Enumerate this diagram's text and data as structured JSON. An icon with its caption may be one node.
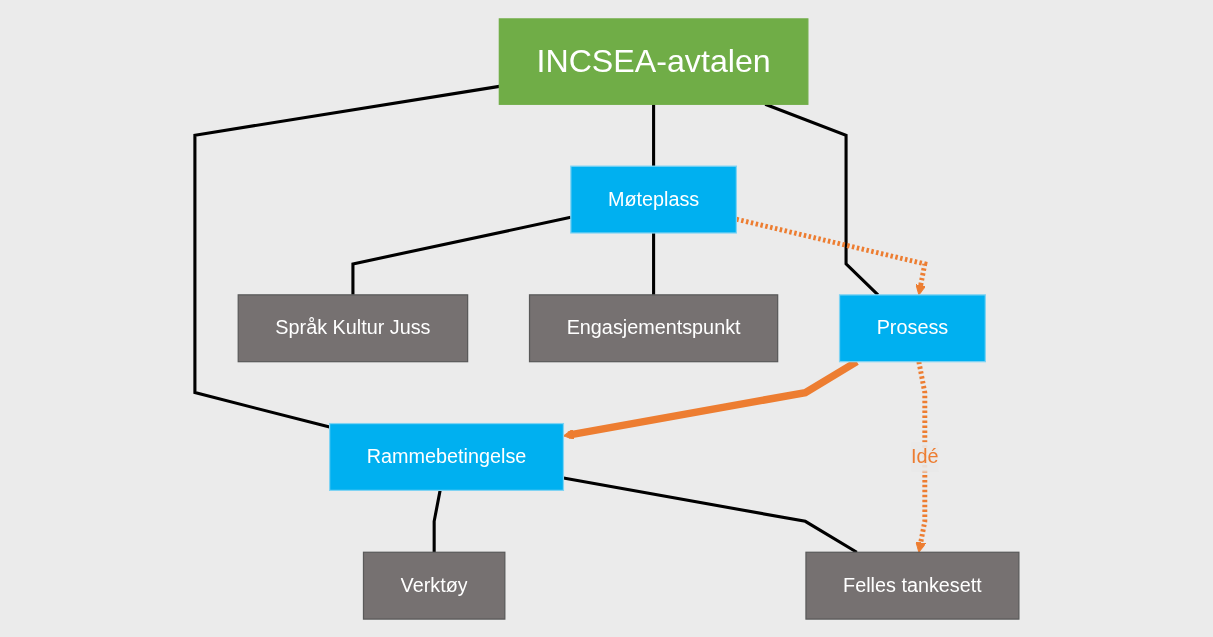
{
  "diagram": {
    "nodes": [
      {
        "text": [
          "INCSEA-avtalen"
        ]
      },
      {
        "text": [
          "Rammebetingelse"
        ]
      },
      {
        "text": [
          "Prosess"
        ]
      },
      {
        "text": [
          "Møteplass"
        ]
      },
      {
        "text": [
          "Verktøy"
        ]
      },
      {
        "text": [
          "Felles tankesett"
        ]
      },
      {
        "text": [
          "Språk Kultur Juss"
        ]
      },
      {
        "text": [
          "Engasjementspunkt"
        ]
      }
    ],
    "edges": [
      {
        "from": 0,
        "to": 1,
        "arrow": "none"
      },
      {
        "from": 0,
        "to": 2,
        "arrow": "none"
      },
      {
        "from": 0,
        "to": 3,
        "arrow": "none"
      },
      {
        "from": 1,
        "to": 4,
        "arrow": "none"
      },
      {
        "from": 1,
        "to": 5,
        "arrow": "none"
      },
      {
        "from": 3,
        "to": 6,
        "arrow": "none"
      },
      {
        "from": 3,
        "to": 7,
        "arrow": "none"
      },
      {
        "from": 2,
        "to": 1,
        "arrow": "to",
        "style": "thick",
        "color": "#ed7d31"
      },
      {
        "from": 3,
        "to": 2,
        "arrow": "to",
        "style": "dashed",
        "color": "#ed7d31"
      },
      {
        "from": 2,
        "to": 5,
        "arrow": "to",
        "style": "dashed",
        "color": "#ed7d31",
        "label": "Idé"
      }
    ]
  }
}
